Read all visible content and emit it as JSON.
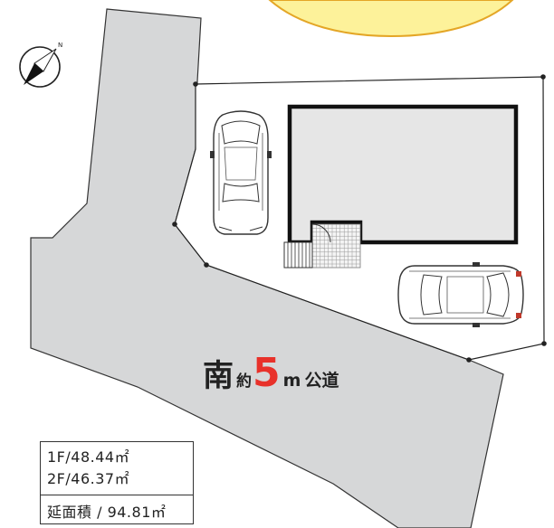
{
  "road": {
    "direction": "南",
    "approx": "約",
    "width": "5",
    "unit": "m",
    "type": "公道"
  },
  "areas": {
    "floor1": "1F/48.44㎡",
    "floor2": "2F/46.37㎡",
    "total": "延面積 / 94.81㎡"
  },
  "colors": {
    "road_gray": "#d6d7d8",
    "callout_yellow": "#fdf29a",
    "callout_border": "#e4a626",
    "accent_red": "#e8312a"
  },
  "icons": {
    "compass": "north-compass-icon",
    "car": "car-topview-icon"
  }
}
